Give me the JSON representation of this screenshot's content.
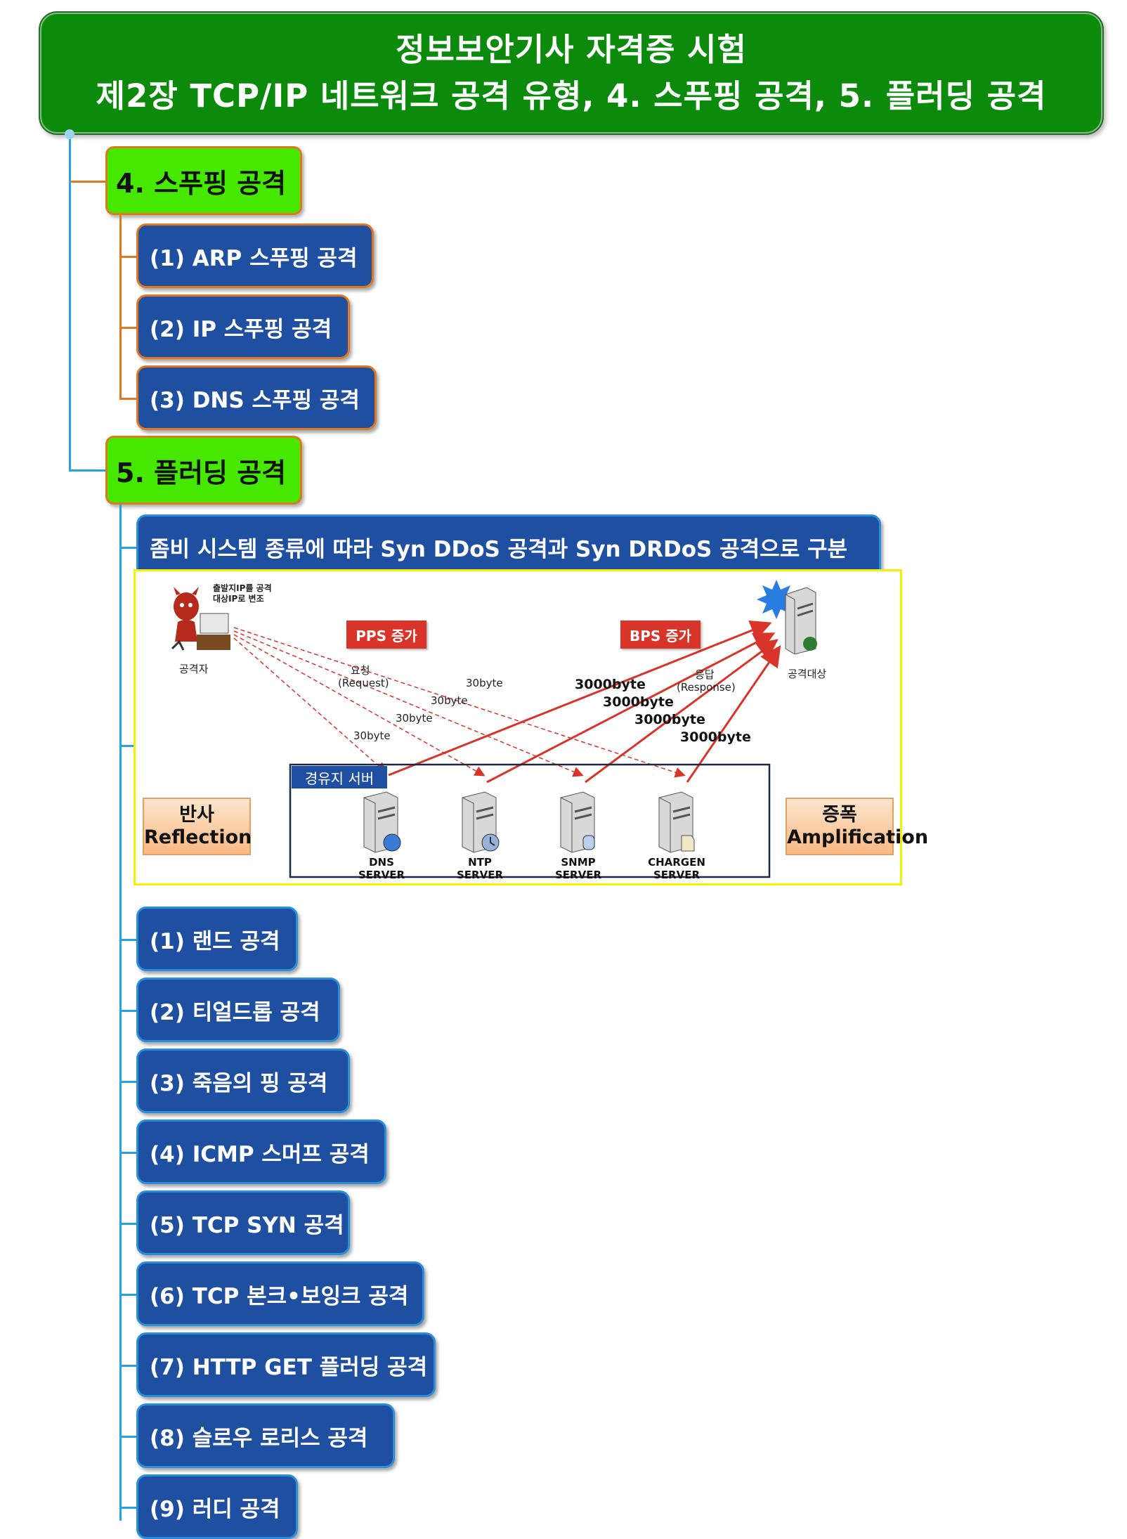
{
  "title": {
    "line1": "정보보안기사 자격증 시험",
    "line2": "제2장 TCP/IP 네트워크 공격 유형, 4. 스푸핑 공격, 5. 플러딩 공격"
  },
  "spoofing": {
    "label": "4. 스푸핑 공격",
    "items": [
      "(1) ARP 스푸핑 공격",
      "(2) IP 스푸핑 공격",
      "(3) DNS 스푸핑 공격"
    ]
  },
  "flooding": {
    "label": "5. 플러딩 공격",
    "intro": "좀비 시스템 종류에 따라 Syn DDoS 공격과 Syn DRDoS 공격으로 구분",
    "items": [
      "(1) 랜드 공격",
      "(2) 티얼드롭 공격",
      "(3) 죽음의 핑 공격",
      "(4) ICMP 스머프 공격",
      "(5) TCP SYN 공격",
      "(6) TCP 본크•보잉크 공격",
      "(7) HTTP GET 플러딩 공격",
      "(8) 슬로우 로리스 공격",
      "(9) 러디 공격"
    ]
  },
  "diagram": {
    "attacker_note_1": "출발지IP를 공격",
    "attacker_note_2": "대상IP로 변조",
    "attacker": "공격자",
    "target": "공격대상",
    "pps": "PPS 증가",
    "bps": "BPS 증가",
    "request": "요청",
    "request_en": "(Request)",
    "response": "응답",
    "response_en": "(Response)",
    "small_bytes": "30byte",
    "big_bytes": "3000byte",
    "relay": "경유지 서버",
    "reflection_ko": "반사",
    "reflection_en": "Reflection",
    "amplification_ko": "증폭",
    "amplification_en": "Amplification",
    "servers": [
      {
        "name": "DNS",
        "sub": "SERVER"
      },
      {
        "name": "NTP",
        "sub": "SERVER"
      },
      {
        "name": "SNMP",
        "sub": "SERVER"
      },
      {
        "name": "CHARGEN",
        "sub": "SERVER"
      }
    ]
  },
  "colors": {
    "title_bg": "#0c8a0c",
    "section_bg": "#46e800",
    "node_bg": "#1f4fa0",
    "connector_orange": "#e07820",
    "connector_blue": "#25a4e0",
    "arrow_red": "#d8342a"
  }
}
